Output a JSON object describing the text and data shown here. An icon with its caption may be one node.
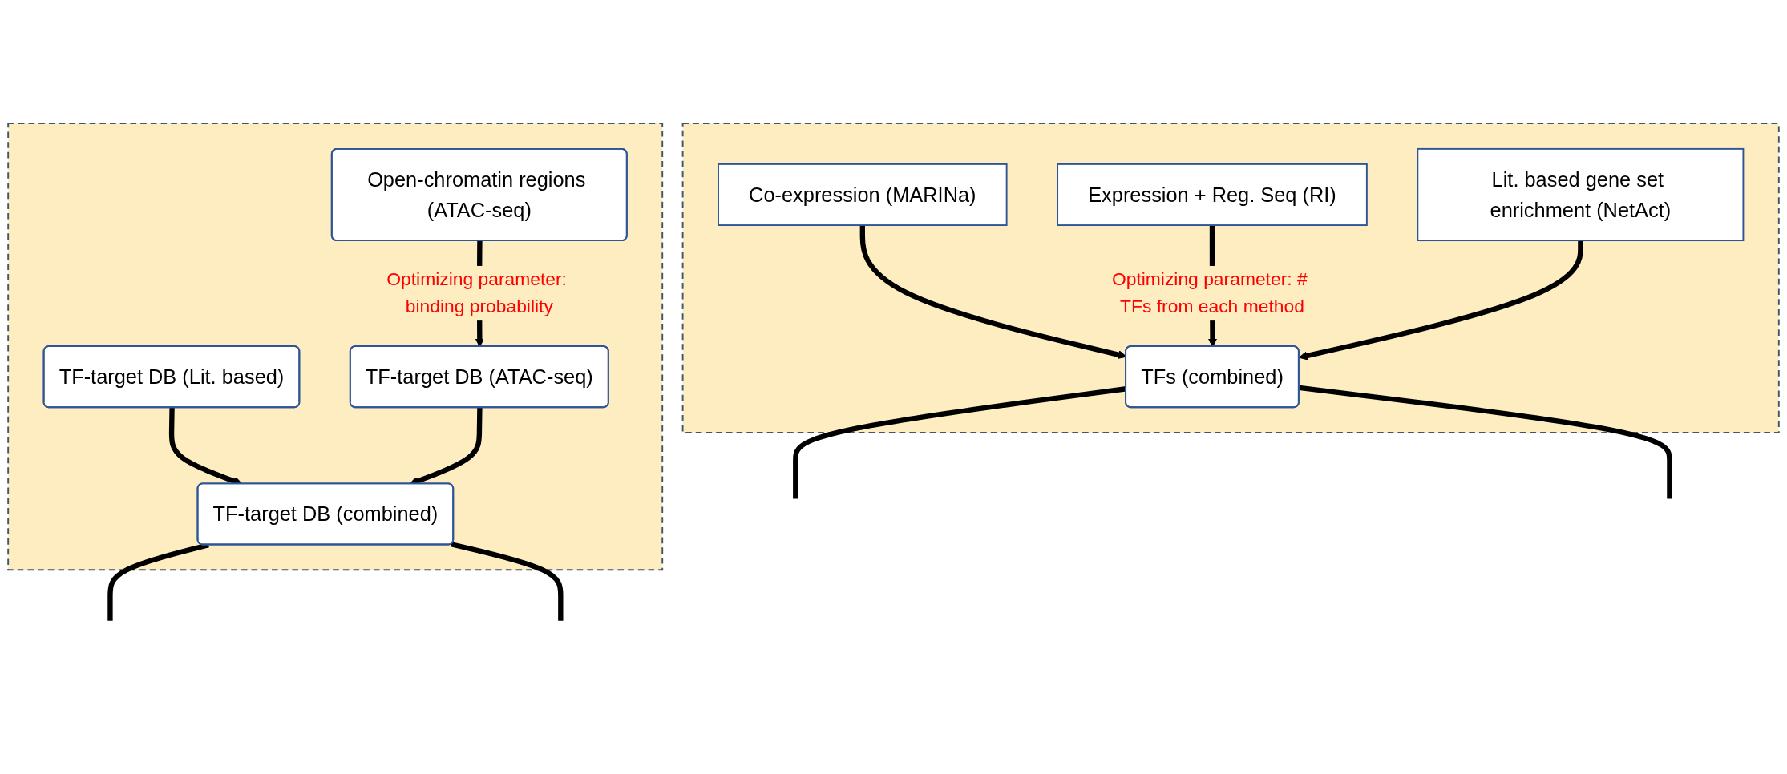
{
  "diagram": {
    "nodes": [
      {
        "text": [],
        "shape": "box"
      },
      {
        "text": [
          "Open-chromatin regions (ATAC-seq)"
        ],
        "in": 0
      },
      {
        "text": [
          "TF-target DB (Lit. based)"
        ],
        "in": 0
      },
      {
        "text": [
          "TF-target DB (ATAC-seq)"
        ],
        "in": 0
      },
      {
        "text": [
          "TF-target DB (combined)"
        ],
        "in": 0
      },
      {
        "text": [],
        "shape": "box"
      },
      {
        "text": [
          "Co-expression (MARINa)"
        ],
        "in": 5
      },
      {
        "text": [
          "Expression + Reg. Seq (RI)"
        ],
        "in": 5
      },
      {
        "text": [
          "Lit. based gene set enrichment (NetAct)"
        ],
        "in": 5
      },
      {
        "text": [
          "TFs (combined)"
        ],
        "in": 5
      }
    ],
    "edges": [
      {
        "from": 1,
        "to": 3,
        "arrow": "to",
        "label": "Optimizing parameter: binding probability"
      },
      {
        "from": 2,
        "to": 4,
        "arrow": "to"
      },
      {
        "from": 3,
        "to": 4,
        "arrow": "to"
      },
      {
        "from": 6,
        "to": 9,
        "arrow": "to"
      },
      {
        "from": 7,
        "to": 9,
        "arrow": "to",
        "label": "Optimizing parameter: # TFs from each method"
      },
      {
        "from": 8,
        "to": 9,
        "arrow": "to"
      },
      {
        "from": 4,
        "to": null,
        "arrow": "none"
      },
      {
        "from": 4,
        "to": null,
        "arrow": "none"
      },
      {
        "from": 9,
        "to": null,
        "arrow": "none"
      },
      {
        "from": 9,
        "to": null,
        "arrow": "none"
      }
    ]
  }
}
